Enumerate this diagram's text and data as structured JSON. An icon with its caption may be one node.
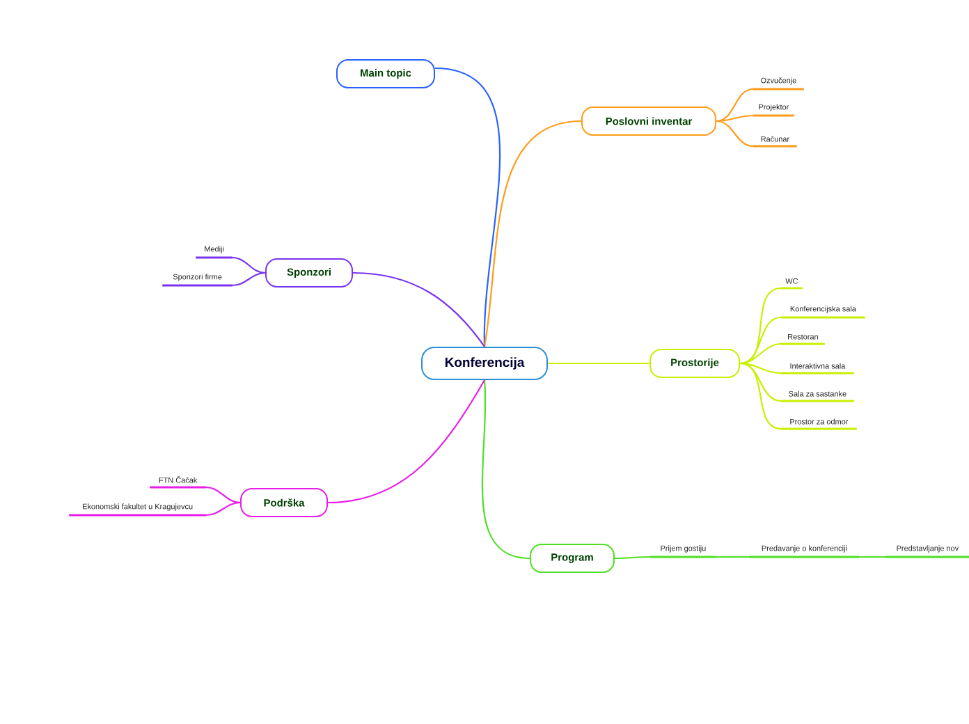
{
  "diagram": {
    "nodes": [
      {
        "text": [
          "Konferencija"
        ]
      },
      {
        "text": [
          "Main topic"
        ]
      },
      {
        "text": [
          "Poslovni inventar"
        ]
      },
      {
        "text": [
          "Ozvučenje"
        ]
      },
      {
        "text": [
          "Projektor"
        ]
      },
      {
        "text": [
          "Računar"
        ]
      },
      {
        "text": [
          "Sponzori"
        ]
      },
      {
        "text": [
          "Mediji"
        ]
      },
      {
        "text": [
          "Sponzori firme"
        ]
      },
      {
        "text": [
          "Prostorije"
        ]
      },
      {
        "text": [
          "WC"
        ]
      },
      {
        "text": [
          "Konferencijska sala"
        ]
      },
      {
        "text": [
          "Restoran"
        ]
      },
      {
        "text": [
          "Interaktivna sala"
        ]
      },
      {
        "text": [
          "Sala za sastanke"
        ]
      },
      {
        "text": [
          "Prostor za odmor"
        ]
      },
      {
        "text": [
          "Program"
        ]
      },
      {
        "text": [
          "Prijem gostiju"
        ]
      },
      {
        "text": [
          "Predavanje o konferenciji"
        ]
      },
      {
        "text": [
          "Predstavljanje nov"
        ]
      },
      {
        "text": [
          "Podrška"
        ]
      },
      {
        "text": [
          "FTN Čačak"
        ]
      },
      {
        "text": [
          "Ekonomski fakultet u Kragujevcu"
        ]
      }
    ],
    "edges": [
      {
        "from": 0,
        "to": 1,
        "arrow": "none",
        "color": "#2962ff"
      },
      {
        "from": 0,
        "to": 2,
        "arrow": "none",
        "color": "#ff9c1a"
      },
      {
        "from": 2,
        "to": 3,
        "arrow": "none",
        "color": "#ff9c1a"
      },
      {
        "from": 2,
        "to": 4,
        "arrow": "none",
        "color": "#ff9c1a"
      },
      {
        "from": 2,
        "to": 5,
        "arrow": "none",
        "color": "#ff9c1a"
      },
      {
        "from": 0,
        "to": 6,
        "arrow": "none",
        "color": "#7a35f0"
      },
      {
        "from": 6,
        "to": 7,
        "arrow": "none",
        "color": "#7a35f0"
      },
      {
        "from": 6,
        "to": 8,
        "arrow": "none",
        "color": "#7a35f0"
      },
      {
        "from": 0,
        "to": 9,
        "arrow": "none",
        "color": "#c8f000"
      },
      {
        "from": 9,
        "to": 10,
        "arrow": "none",
        "color": "#c8f000"
      },
      {
        "from": 9,
        "to": 11,
        "arrow": "none",
        "color": "#c8f000"
      },
      {
        "from": 9,
        "to": 12,
        "arrow": "none",
        "color": "#c8f000"
      },
      {
        "from": 9,
        "to": 13,
        "arrow": "none",
        "color": "#c8f000"
      },
      {
        "from": 9,
        "to": 14,
        "arrow": "none",
        "color": "#c8f000"
      },
      {
        "from": 9,
        "to": 15,
        "arrow": "none",
        "color": "#c8f000"
      },
      {
        "from": 0,
        "to": 16,
        "arrow": "none",
        "color": "#4ee025"
      },
      {
        "from": 16,
        "to": 17,
        "arrow": "none",
        "color": "#4ee025"
      },
      {
        "from": 17,
        "to": 18,
        "arrow": "none",
        "color": "#4ee025"
      },
      {
        "from": 18,
        "to": 19,
        "arrow": "none",
        "color": "#4ee025"
      },
      {
        "from": 0,
        "to": 20,
        "arrow": "none",
        "color": "#e81ee8"
      },
      {
        "from": 20,
        "to": 21,
        "arrow": "none",
        "color": "#e81ee8"
      },
      {
        "from": 20,
        "to": 22,
        "arrow": "none",
        "color": "#e81ee8"
      }
    ]
  }
}
